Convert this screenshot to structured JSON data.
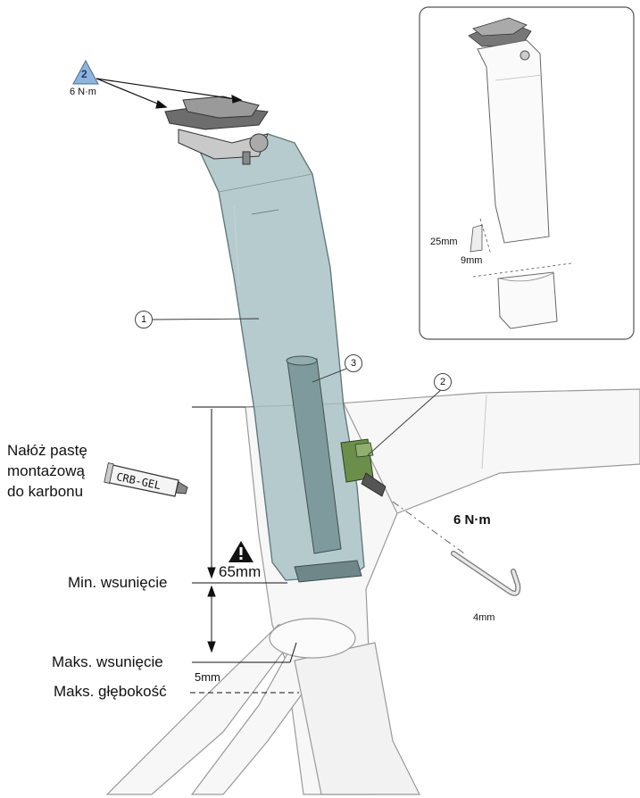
{
  "callouts": {
    "c1": "1",
    "c2": "2",
    "c3": "3"
  },
  "torque_top": {
    "step": "2",
    "value": "6 N·m"
  },
  "torque_clamp": "6 N·m",
  "hex_key": "4mm",
  "paste": {
    "line1": "Nałóż pastę",
    "line2": "montażową",
    "line3": "do karbonu",
    "tube_label": "CRB-GEL"
  },
  "insertion": {
    "min_label": "Min. wsunięcie",
    "max_label": "Maks. wsunięcie",
    "max_depth_label": "Maks. głębokość",
    "min_value": "65mm",
    "depth_value": "5mm"
  },
  "inset": {
    "shim_height": "25mm",
    "shim_width": "9mm"
  },
  "colors": {
    "post_fill": "#a9c2c4",
    "post_stroke": "#5d7374",
    "clamp_green": "#6b8f4a",
    "frame_stroke": "#9a9a9a",
    "warning": "#111111",
    "torque_badge": "#8fb5dd"
  }
}
